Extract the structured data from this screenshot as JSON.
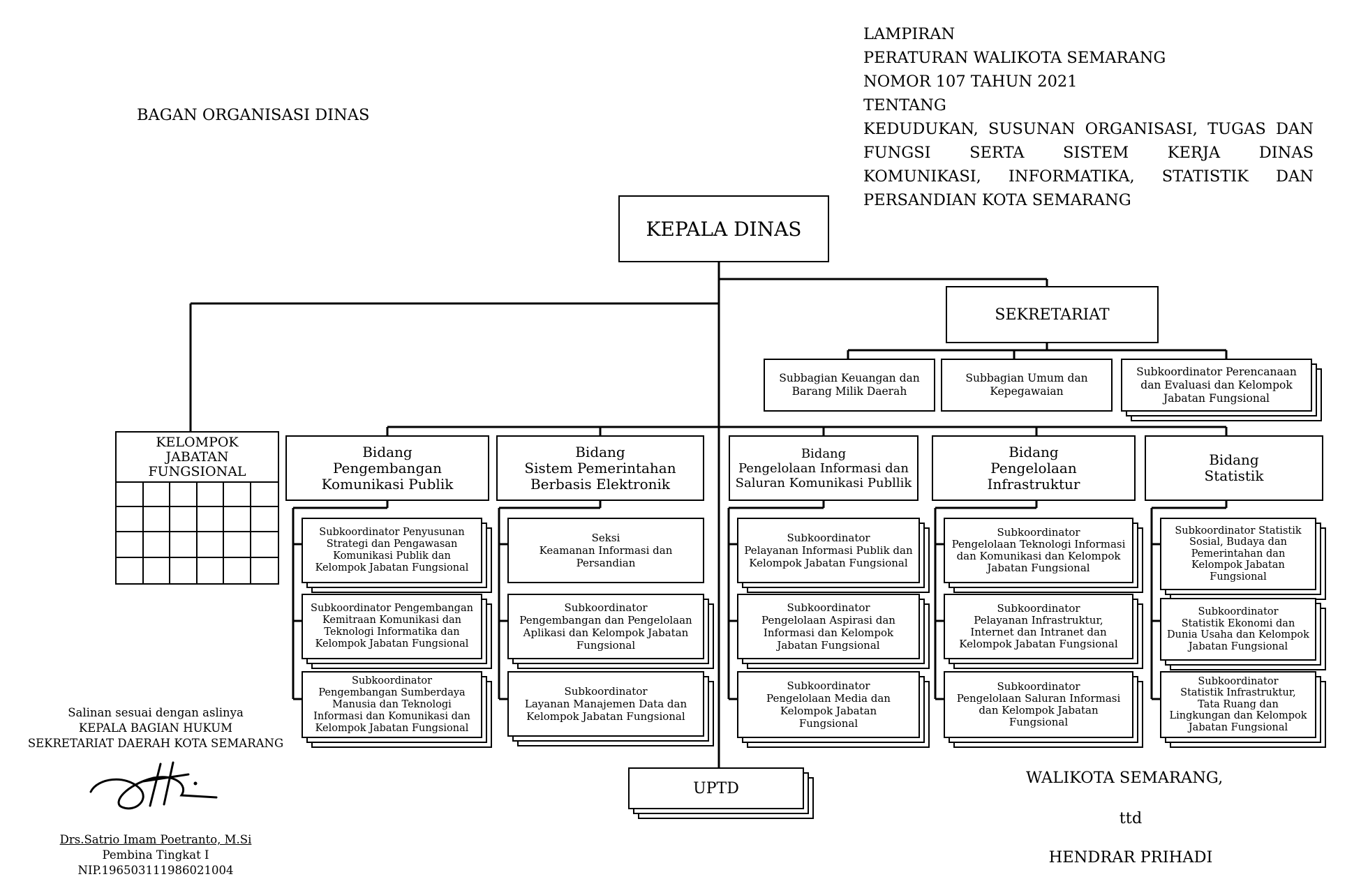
{
  "document": {
    "title": "BAGAN ORGANISASI DINAS",
    "header": [
      "LAMPIRAN",
      "PERATURAN WALIKOTA SEMARANG",
      "NOMOR 107 TAHUN 2021",
      "TENTANG",
      "KEDUDUKAN, SUSUNAN ORGANISASI, TUGAS DAN",
      "FUNGSI SERTA SISTEM KERJA DINAS",
      "KOMUNIKASI, INFORMATIKA, STATISTIK DAN",
      "PERSANDIAN KOTA SEMARANG"
    ]
  },
  "org": {
    "kepala": "KEPALA DINAS",
    "sekretariat": "SEKRETARIAT",
    "sekretariat_units": [
      "Subbagian Keuangan dan\nBarang Milik Daerah",
      "Subbagian Umum dan\nKepegawaian",
      "Subkoordinator Perencanaan\ndan Evaluasi dan Kelompok\nJabatan Fungsional"
    ],
    "kelompok": "KELOMPOK\nJABATAN\nFUNGSIONAL",
    "bidang": [
      {
        "title": "Bidang\nPengembangan\nKomunikasi Publik",
        "units": [
          "Subkoordinator Penyusunan\nStrategi dan Pengawasan\nKomunikasi Publik dan\nKelompok Jabatan Fungsional",
          "Subkoordinator Pengembangan\nKemitraan Komunikasi dan\nTeknologi Informatika dan\nKelompok Jabatan Fungsional",
          "Subkoordinator\nPengembangan Sumberdaya\nManusia dan Teknologi\nInformasi dan Komunikasi dan\nKelompok Jabatan Fungsional"
        ]
      },
      {
        "title": "Bidang\nSistem Pemerintahan\nBerbasis Elektronik",
        "units": [
          "Seksi\nKeamanan Informasi dan\nPersandian",
          "Subkoordinator\nPengembangan dan Pengelolaan\nAplikasi dan Kelompok Jabatan\nFungsional",
          "Subkoordinator\nLayanan Manajemen Data dan\nKelompok Jabatan Fungsional"
        ]
      },
      {
        "title": "Bidang\nPengelolaan Informasi dan\nSaluran Komunikasi Publlik",
        "units": [
          "Subkoordinator\nPelayanan Informasi Publik dan\nKelompok Jabatan Fungsional",
          "Subkoordinator\nPengelolaan Aspirasi dan\nInformasi dan Kelompok\nJabatan Fungsional",
          "Subkoordinator\nPengelolaan Media dan\nKelompok Jabatan\nFungsional"
        ]
      },
      {
        "title": "Bidang\nPengelolaan\nInfrastruktur",
        "units": [
          "Subkoordinator\nPengelolaan Teknologi Informasi\ndan Komunikasi dan Kelompok\nJabatan Fungsional",
          "Subkoordinator\nPelayanan Infrastruktur,\nInternet dan Intranet dan\nKelompok Jabatan Fungsional",
          "Subkoordinator\nPengelolaan Saluran Informasi\ndan Kelompok Jabatan\nFungsional"
        ]
      },
      {
        "title": "Bidang\nStatistik",
        "units": [
          "Subkoordinator Statistik\nSosial, Budaya dan\nPemerintahan dan\nKelompok Jabatan\nFungsional",
          "Subkoordinator\nStatistik Ekonomi dan\nDunia Usaha dan Kelompok\nJabatan Fungsional",
          "Subkoordinator\nStatistik Infrastruktur,\nTata Ruang dan\nLingkungan dan Kelompok\nJabatan Fungsional"
        ]
      }
    ],
    "uptd": "UPTD"
  },
  "certification": {
    "line1": "Salinan sesuai dengan aslinya",
    "line2": "KEPALA BAGIAN HUKUM",
    "line3": "SEKRETARIAT DAERAH KOTA SEMARANG",
    "name": "Drs.Satrio Imam Poetranto, M.Si",
    "rank": "Pembina Tingkat I",
    "nip": "NIP.196503111986021004"
  },
  "mayor": {
    "title": "WALIKOTA SEMARANG,",
    "ttd": "ttd",
    "name": "HENDRAR PRIHADI"
  }
}
